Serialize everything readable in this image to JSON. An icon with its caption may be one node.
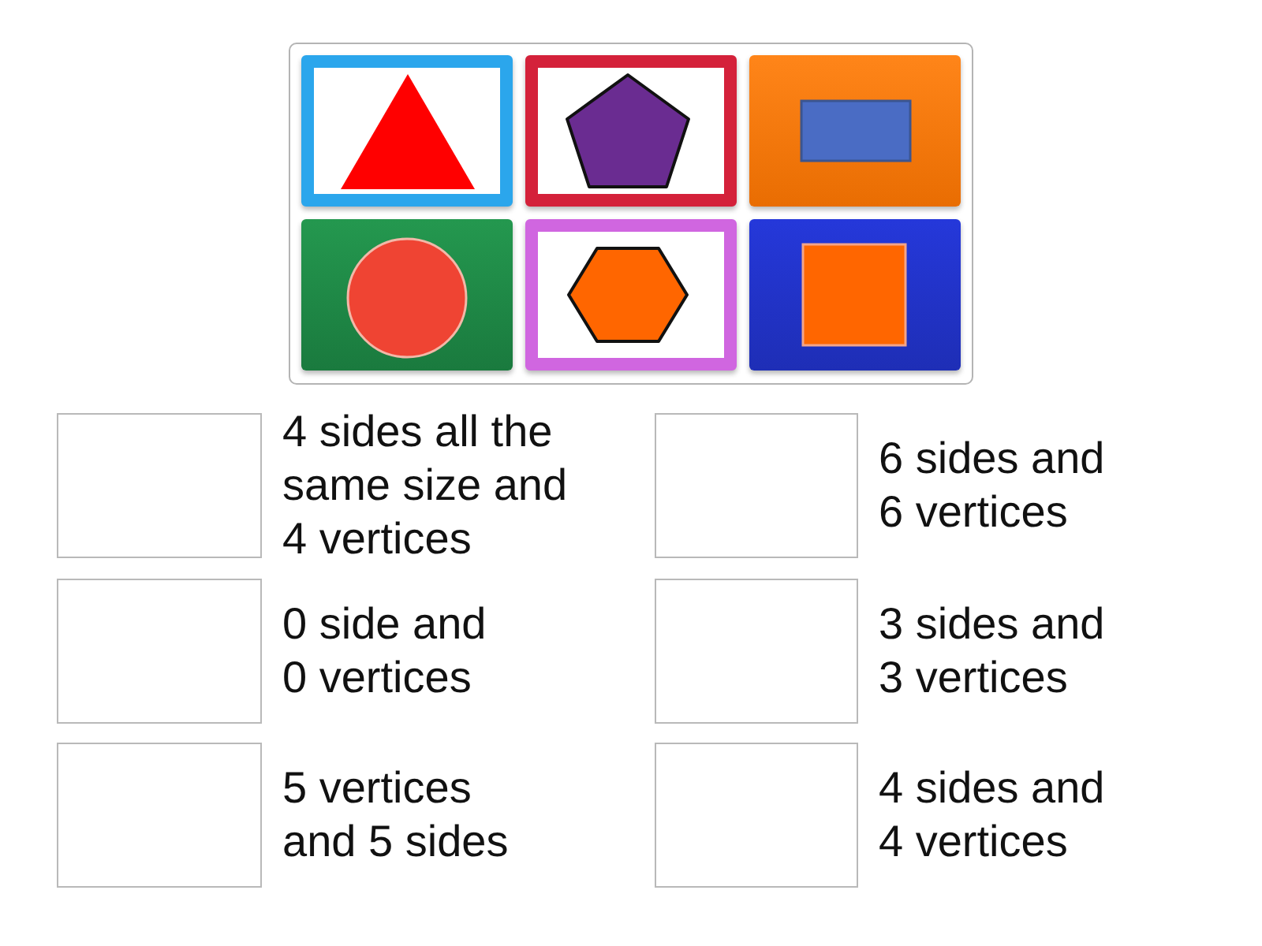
{
  "diagram": {
    "nodes": [
      {
        "text": [],
        "shape": "box"
      },
      {
        "text": [],
        "shape": "triangle",
        "in": 0
      },
      {
        "text": [],
        "shape": "pentagon",
        "in": 0
      },
      {
        "text": [],
        "shape": "rectangle",
        "in": 0
      },
      {
        "text": [],
        "shape": "circle",
        "in": 0
      },
      {
        "text": [],
        "shape": "hexagon",
        "in": 0
      },
      {
        "text": [],
        "shape": "square",
        "in": 0
      },
      {
        "text": [],
        "shape": "box",
        "beside": [
          "4 sides all the same size and 4 vertices"
        ]
      },
      {
        "text": [],
        "shape": "box",
        "beside": [
          "6 sides and 6 vertices"
        ]
      },
      {
        "text": [],
        "shape": "box",
        "beside": [
          "0 side and 0 vertices"
        ]
      },
      {
        "text": [],
        "shape": "box",
        "beside": [
          "3 sides and 3 vertices"
        ]
      },
      {
        "text": [],
        "shape": "box",
        "beside": [
          "5 vertices and 5 sides"
        ]
      },
      {
        "text": [],
        "shape": "box",
        "beside": [
          "4 sides and 4 vertices"
        ]
      }
    ]
  }
}
